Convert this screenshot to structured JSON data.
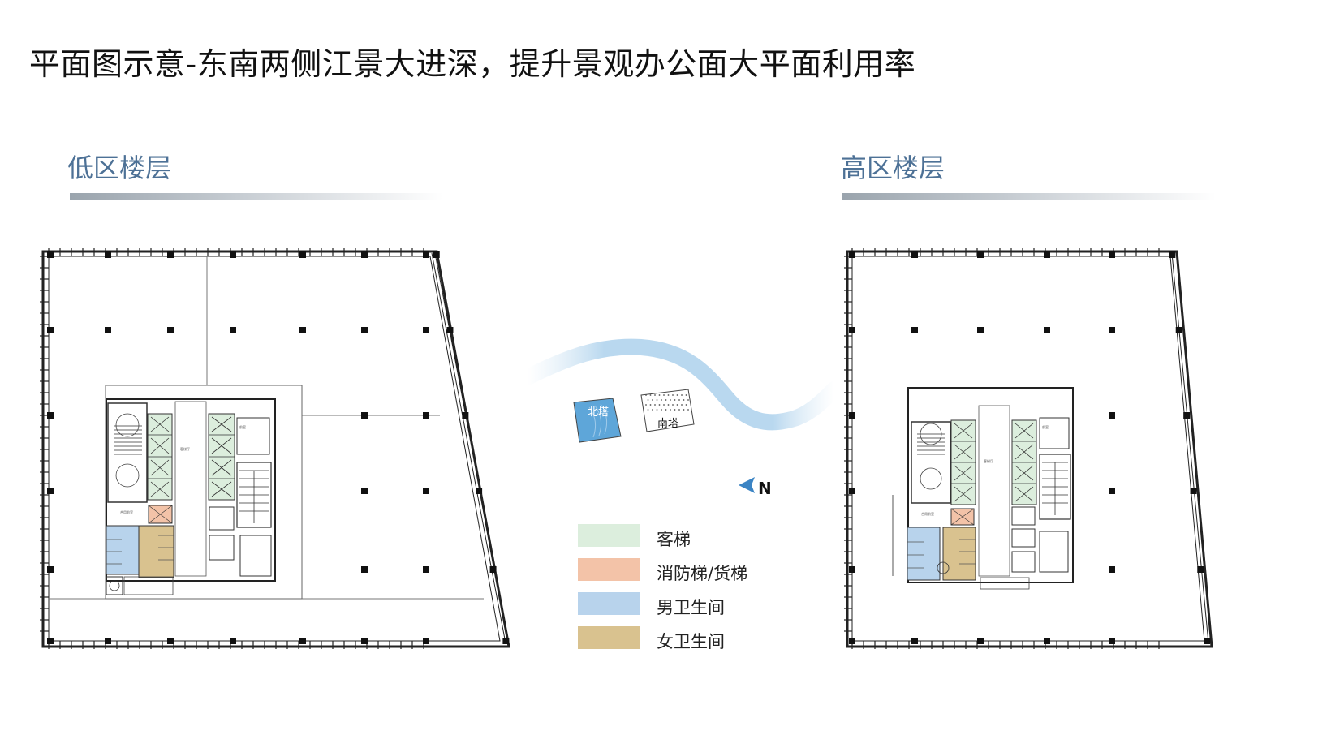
{
  "title": "平面图示意-东南两侧江景大进深，提升景观办公面大平面利用率",
  "low_zone": {
    "title": "低区楼层"
  },
  "high_zone": {
    "title": "高区楼层"
  },
  "site_map": {
    "north_tower": "北塔",
    "south_tower": "南塔",
    "north_arrow": "N"
  },
  "legend": [
    {
      "label": "客梯",
      "color": "#dceedd"
    },
    {
      "label": "消防梯/货梯",
      "color": "#f3c3a8"
    },
    {
      "label": "男卫生间",
      "color": "#b8d3ec"
    },
    {
      "label": "女卫生间",
      "color": "#d9c28f"
    }
  ],
  "colors": {
    "section_title": "#4d7196",
    "river": "#b9d8ef",
    "north_tower": "#5ea6d9",
    "north_arrow": "#3b84c4",
    "plan_line": "#222222",
    "passenger_lift": "#dceedd",
    "fire_lift": "#f3c3a8",
    "male_wc": "#b8d3ec",
    "female_wc": "#d9c28f"
  }
}
